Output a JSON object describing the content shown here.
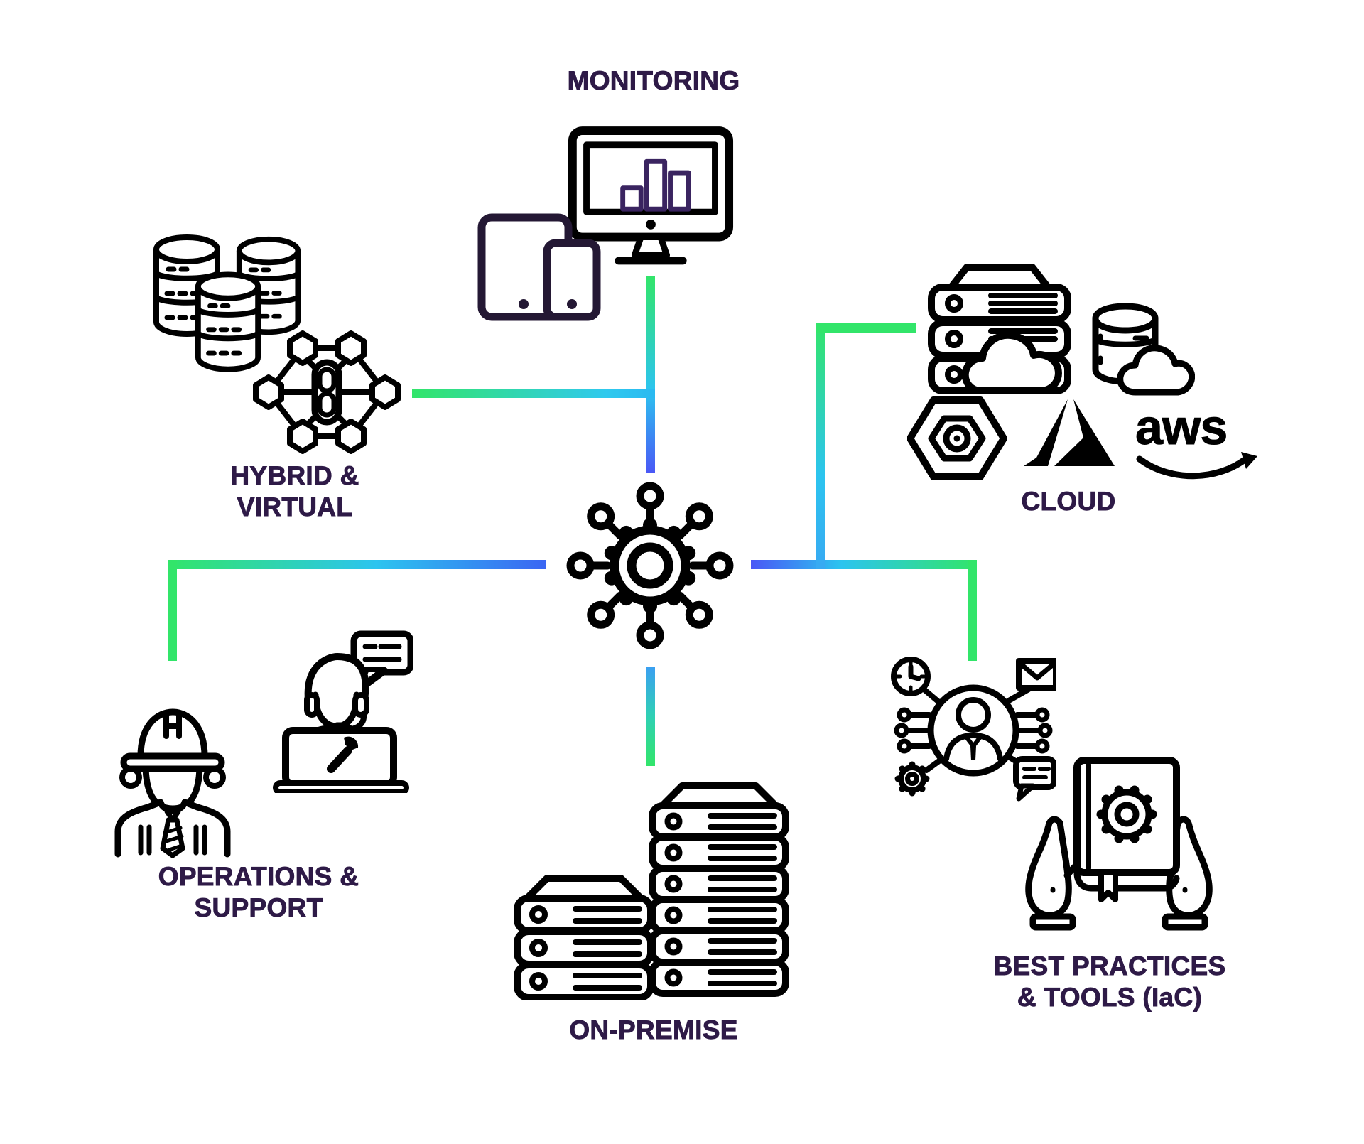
{
  "diagram": {
    "center_icon": "network-hub-gear",
    "nodes": {
      "monitoring": {
        "label": "MONITORING",
        "icons": [
          "desktop-monitor-bar-chart",
          "tablet",
          "smartphone"
        ]
      },
      "hybrid_virtual": {
        "label_line1": "HYBRID &",
        "label_line2": "VIRTUAL",
        "icons": [
          "database-stack",
          "linked-hexagon-network"
        ]
      },
      "cloud": {
        "label": "CLOUD",
        "aws_text": "aws",
        "icons": [
          "cloud-server-rack",
          "cloud-database",
          "hex-nut",
          "azure-logo",
          "aws-logo"
        ]
      },
      "operations_support": {
        "label_line1": "OPERATIONS &",
        "label_line2": "SUPPORT",
        "icons": [
          "engineer-hard-hat",
          "support-agent-headset-laptop",
          "speech-bubble"
        ]
      },
      "on_premise": {
        "label": "ON-PREMISE",
        "icons": [
          "server-stack-small",
          "server-stack-tall"
        ]
      },
      "best_practices": {
        "label_line1": "BEST PRACTICES",
        "label_line2": "& TOOLS (IaC)",
        "icons": [
          "automation-person-circuit",
          "hands-holding-gear-book"
        ]
      }
    },
    "edges": [
      {
        "from": "hub",
        "to": "monitoring"
      },
      {
        "from": "hub",
        "to": "hybrid_virtual"
      },
      {
        "from": "hub",
        "to": "cloud"
      },
      {
        "from": "hub",
        "to": "operations_support"
      },
      {
        "from": "hub",
        "to": "on_premise"
      },
      {
        "from": "hub",
        "to": "best_practices"
      }
    ],
    "colors": {
      "connector_green": "#32e56a",
      "connector_cyan": "#2cc4ef",
      "connector_blue": "#4a57f6",
      "label_text": "#2e1a47",
      "icon_outline": "#000000",
      "device_outline": "#241834",
      "chart_bars": "#3a2460",
      "background": "#ffffff"
    }
  }
}
